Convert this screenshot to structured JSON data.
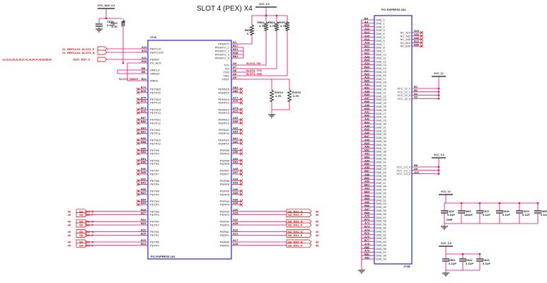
{
  "title": "SLOT 4 (PEX)  X4",
  "colors": {
    "wire": "#e0007a",
    "box": "#2222cc",
    "ink": "#111111",
    "net": "#cc0000",
    "pin": "#1a1a1a",
    "flag_fill": "#ffffff"
  },
  "j1a": {
    "ref": "J7rA",
    "footer": "PCI EXPRESS 164",
    "left_top": [
      {
        "num": "A13",
        "name": "REFCLK"
      },
      {
        "num": "A14",
        "name": "REFCLKN"
      },
      {
        "num": "A11",
        "name": "PERST"
      },
      {
        "num": "B18",
        "name": "PX_AUX"
      },
      {
        "num": "B8",
        "name": "SMCLK"
      },
      {
        "num": "B9",
        "name": "SMDAT"
      },
      {
        "num": "B11",
        "name": "WAKE"
      }
    ],
    "left_lanes": [
      [
        "B79",
        "PETN15"
      ],
      [
        "B78",
        "PETP15"
      ],
      [
        "B75",
        "PETN14"
      ],
      [
        "B74",
        "PETP14"
      ],
      [
        "B71",
        "PETN13"
      ],
      [
        "B70",
        "PETP13"
      ],
      [
        "B67",
        "PETN12"
      ],
      [
        "B66",
        "PETP12"
      ],
      [
        "B63",
        "PETN11"
      ],
      [
        "B62",
        "PETP11"
      ],
      [
        "B59",
        "PETN10"
      ],
      [
        "B58",
        "PETP10"
      ],
      [
        "B55",
        "PETN9"
      ],
      [
        "B54",
        "PETP9"
      ],
      [
        "B51",
        "PETN8"
      ],
      [
        "B50",
        "PETP8"
      ],
      [
        "B46",
        "PETN7"
      ],
      [
        "B45",
        "PETP7"
      ],
      [
        "B42",
        "PETN6"
      ],
      [
        "B41",
        "PETP6"
      ],
      [
        "B38",
        "PETN5"
      ],
      [
        "B37",
        "PETP5"
      ],
      [
        "B34",
        "PETN4"
      ],
      [
        "B33",
        "PETP4"
      ],
      [
        "B28",
        "PETN3"
      ],
      [
        "B27",
        "PETP3"
      ],
      [
        "B24",
        "PETN2"
      ],
      [
        "B23",
        "PETP2"
      ],
      [
        "B20",
        "PETN1"
      ],
      [
        "B19",
        "PETP1"
      ],
      [
        "B15",
        "PETN0"
      ],
      [
        "B14",
        "PETP0"
      ]
    ],
    "right_top": [
      {
        "num": "A1",
        "name": "PRSNT1"
      },
      {
        "num": "B17",
        "name": "PRSNT2_1"
      },
      {
        "num": "B31",
        "name": "PRSNT2_2"
      },
      {
        "num": "B48",
        "name": "PRSNT2_3"
      },
      {
        "num": "B81",
        "name": "PRSNT2_4"
      },
      {
        "num": "A5",
        "name": "TCK"
      },
      {
        "num": "A7",
        "name": "TDI"
      },
      {
        "num": "A8",
        "name": "TDO"
      },
      {
        "num": "A6",
        "name": "TMS"
      },
      {
        "num": "A9",
        "name": "TRST"
      }
    ],
    "right_lanes": [
      [
        "A81",
        "PERN15"
      ],
      [
        "A80",
        "PERP15"
      ],
      [
        "A77",
        "PERN14"
      ],
      [
        "A76",
        "PERP14"
      ],
      [
        "A73",
        "PERN13"
      ],
      [
        "A72",
        "PERP13"
      ],
      [
        "A69",
        "PERN12"
      ],
      [
        "A68",
        "PERP12"
      ],
      [
        "A65",
        "PERN11"
      ],
      [
        "A64",
        "PERP11"
      ],
      [
        "A61",
        "PERN10"
      ],
      [
        "A60",
        "PERP10"
      ],
      [
        "A57",
        "PERN9"
      ],
      [
        "A56",
        "PERP9"
      ],
      [
        "A53",
        "PERN8"
      ],
      [
        "A52",
        "PERP8"
      ],
      [
        "A48",
        "PERN7"
      ],
      [
        "A47",
        "PERP7"
      ],
      [
        "A44",
        "PERN6"
      ],
      [
        "A43",
        "PERP6"
      ],
      [
        "A40",
        "PERN5"
      ],
      [
        "A39",
        "PERP5"
      ],
      [
        "A36",
        "PERN4"
      ],
      [
        "A35",
        "PERP4"
      ],
      [
        "A30",
        "PERN3"
      ],
      [
        "A29",
        "PERP3"
      ],
      [
        "A26",
        "PERN2"
      ],
      [
        "A25",
        "PERP2"
      ],
      [
        "A22",
        "PERN1"
      ],
      [
        "A21",
        "PERP1"
      ],
      [
        "A17",
        "PERN0"
      ],
      [
        "A16",
        "PERP0"
      ]
    ]
  },
  "j1b": {
    "header": "PCI EXPRESS 164",
    "ref": "J71B",
    "left_pins": [
      "B4",
      "A4",
      "B10",
      "A12",
      "B13",
      "A15",
      "B16",
      "A18",
      "B21",
      "A20",
      "B22",
      "A23",
      "B25",
      "A24",
      "B26",
      "A27",
      "B29",
      "A28",
      "B30",
      "A31",
      "B32",
      "A34",
      "B35",
      "A37",
      "B36",
      "A38",
      "B39",
      "A41",
      "B40",
      "A42",
      "B43",
      "A45",
      "B44",
      "A46",
      "B47",
      "A49",
      "B49",
      "A50",
      "B52",
      "A51",
      "B53",
      "A54",
      "B56",
      "A55",
      "B57",
      "A58",
      "B60",
      "A59",
      "B61",
      "A62",
      "B64",
      "A63",
      "B65",
      "A66",
      "B68",
      "A67",
      "B69",
      "A70",
      "B72",
      "A71",
      "B73",
      "A74",
      "B76",
      "A75",
      "B77",
      "A78",
      "B80",
      "A79",
      "B82",
      "A82"
    ],
    "nc_pins": [
      {
        "name": "NC_A19",
        "num": "A19"
      },
      {
        "name": "NC_A32",
        "num": "A32"
      },
      {
        "name": "NC_A33",
        "num": "A33"
      },
      {
        "name": "NC_B12",
        "num": "B12"
      },
      {
        "name": "NC_B30",
        "num": "B30"
      }
    ],
    "vcc12_pins": [
      {
        "name": "VCC_12_1",
        "num": "B1"
      },
      {
        "name": "VCC_12_2",
        "num": "B2"
      },
      {
        "name": "VCC_12_3",
        "num": "A2"
      },
      {
        "name": "VCC_12_4",
        "num": "A3"
      }
    ],
    "vcc33_pins": [
      {
        "name": "VCC_3.3_0",
        "num": "B8"
      },
      {
        "name": "VCC_3.3_1",
        "num": "A9"
      },
      {
        "name": "VCC_3.3_2",
        "num": "A10"
      }
    ]
  },
  "nets": {
    "vcc_aux": "VCC_AUX_3.3",
    "vcc33": "VCC_3.3",
    "vcc12": "VCC_12",
    "refclk_p": "REFCLK4_SLOT4_P",
    "refclk_n": "REFCLK4_SLOT4_N",
    "refclk_sheet": "21",
    "perst_sources": "12,13,22,26,31,34,37,41,42,44,47,49,56,58,60",
    "perst": "OSTI_RST_0",
    "slot_wake": "SLOT4_WAKE",
    "jtag": [
      "SLOT4_TDI",
      "SLOT4_TCK",
      "SLOT4_TMS"
    ],
    "tx_sheet": "40",
    "rx_sheet": "40",
    "tx_nets": [
      "SD_TX3_N",
      "SD_TX3_P",
      "SD_TX2_N",
      "SD_TX2_P",
      "SD_TX1_N",
      "SD_TX1_P",
      "SD_TX0_N",
      "SD_TX0_P"
    ],
    "rx_nets": [
      "SD_RX3_N",
      "SD_RX3_P",
      "SD_RX2_N",
      "SD_RX2_P",
      "SD_RX1_N",
      "SD_RX1_P",
      "SD_RX0_N",
      "SD_RX0_P"
    ]
  },
  "parts": {
    "c_aux": {
      "ref": "C818",
      "val": "0.1UF"
    },
    "r_aux": {
      "ref": "R821",
      "val": "4.7K"
    },
    "r_prsnt": {
      "ref": "R821",
      "val": "0"
    },
    "r_pu": [
      {
        "ref": "R822",
        "val": "4.7K"
      },
      {
        "ref": "R823",
        "val": "4.7K"
      },
      {
        "ref": "R1013",
        "val": "4.7K"
      }
    ],
    "r_jtag": [
      {
        "ref": "R1014",
        "val": "4.7K"
      },
      {
        "ref": "R1015",
        "val": "4.7K"
      }
    ],
    "caps12": [
      {
        "ref": "C816",
        "val": "0.1UF",
        "note": "DNP"
      },
      {
        "ref": "C804",
        "val": "180UF"
      },
      {
        "ref": "C817",
        "val": "0.1UF"
      },
      {
        "ref": "C818",
        "val": "0.1UF"
      },
      {
        "ref": "C819",
        "val": "0.1UF"
      },
      {
        "ref": "C809",
        "val": "0.1UF"
      }
    ],
    "caps33": [
      {
        "ref": "C801",
        "val": "0.1UF"
      },
      {
        "ref": "C822",
        "val": "0.1UF"
      },
      {
        "ref": "C823",
        "val": "0.1UF"
      }
    ]
  }
}
